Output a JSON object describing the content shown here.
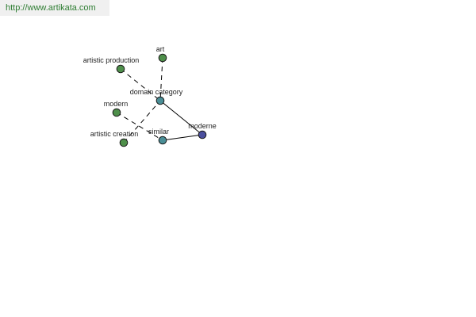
{
  "source_url": "http://www.artikata.com",
  "colors": {
    "url_text": "#2e7d32",
    "related_node": "#4e8f4a",
    "relation_node": "#4a8e96",
    "focus_node": "#4b4f9e",
    "edge": "#000000"
  },
  "graph": {
    "nodes": [
      {
        "id": "art",
        "label": "art",
        "kind": "related"
      },
      {
        "id": "artistic-production",
        "label": "artistic production",
        "kind": "related"
      },
      {
        "id": "domain-category",
        "label": "domain category",
        "kind": "relation"
      },
      {
        "id": "modern",
        "label": "modern",
        "kind": "related"
      },
      {
        "id": "artistic-creation",
        "label": "artistic creation",
        "kind": "related"
      },
      {
        "id": "similar",
        "label": "similar",
        "kind": "relation"
      },
      {
        "id": "moderne",
        "label": "moderne",
        "kind": "focus"
      }
    ],
    "edges": [
      {
        "from": "art",
        "to": "domain-category",
        "style": "dashed"
      },
      {
        "from": "artistic-production",
        "to": "domain-category",
        "style": "dashed"
      },
      {
        "from": "artistic-creation",
        "to": "domain-category",
        "style": "dashed"
      },
      {
        "from": "modern",
        "to": "similar",
        "style": "dashed"
      },
      {
        "from": "domain-category",
        "to": "moderne",
        "style": "solid"
      },
      {
        "from": "similar",
        "to": "moderne",
        "style": "solid"
      }
    ]
  }
}
